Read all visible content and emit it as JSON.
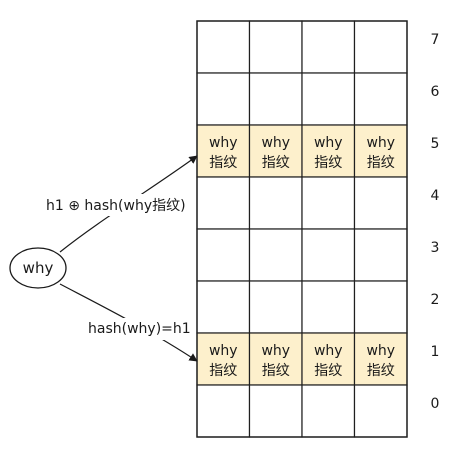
{
  "colors": {
    "grid_line": "#1f1f1f",
    "filled_cell_fill": "#fdf0cc",
    "filled_cell_stroke": "#e6c770",
    "empty_cell_fill": "#ffffff",
    "arrow": "#1a1a1a"
  },
  "grid": {
    "columns": 4,
    "row_indices": [
      "7",
      "6",
      "5",
      "4",
      "3",
      "2",
      "1",
      "0"
    ],
    "filled_rows": [
      "5",
      "1"
    ],
    "cell_text_line1": "why",
    "cell_text_line2": "指纹"
  },
  "node": {
    "label": "why"
  },
  "edges": {
    "upper_label": "h1 ⊕ hash(why指纹)",
    "upper_target_row": "5",
    "lower_label": "hash(why)=h1",
    "lower_target_row": "1"
  }
}
